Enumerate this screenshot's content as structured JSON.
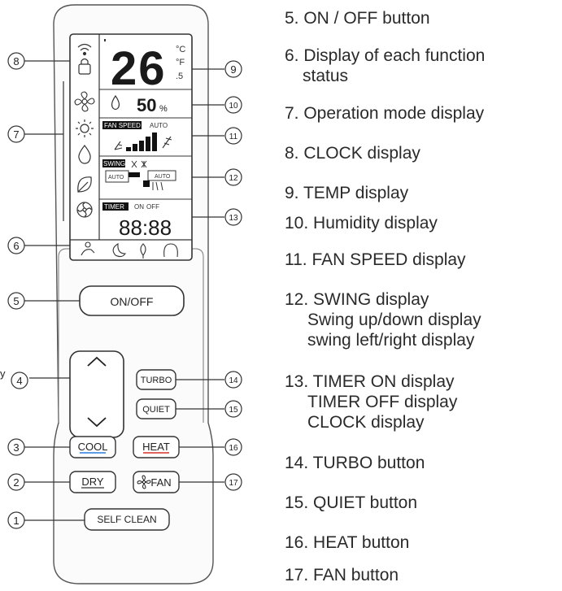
{
  "remote": {
    "lcd": {
      "temp": "26",
      "humidity": "50",
      "humidity_unit": "%",
      "fan_speed_label": "FAN SPEED",
      "fan_auto": "AUTO",
      "swing_label": "SWING",
      "swing_auto_left": "AUTO",
      "swing_auto_right": "AUTO",
      "timer_label": "TIMER",
      "timer_on": "ON",
      "timer_off": "OFF",
      "clock": "88:88"
    },
    "buttons": {
      "onoff": "ON/OFF",
      "turbo": "TURBO",
      "quiet": "QUIET",
      "cool": "COOL",
      "heat": "HEAT",
      "dry": "DRY",
      "fan": "FAN",
      "selfclean": "SELF CLEAN"
    }
  },
  "callouts": [
    "1",
    "2",
    "3",
    "4",
    "5",
    "6",
    "7",
    "8",
    "9",
    "10",
    "11",
    "12",
    "13",
    "14",
    "15",
    "16",
    "17"
  ],
  "cut_label": "y",
  "legend": [
    {
      "text": "5. ON / OFF button"
    },
    {
      "text": "6. Display of each function",
      "sub": [
        "status"
      ]
    },
    {
      "text": "7. Operation mode display"
    },
    {
      "text": "8. CLOCK display"
    },
    {
      "text": "9. TEMP display"
    },
    {
      "text": "10. Humidity  display"
    },
    {
      "text": "11. FAN SPEED display"
    },
    {
      "text": "12. SWING display",
      "sub": [
        "Swing up/down display",
        "swing left/right display"
      ]
    },
    {
      "text": "13. TIMER ON display",
      "sub": [
        "TIMER OFF display",
        "CLOCK display"
      ]
    },
    {
      "text": "14. TURBO button"
    },
    {
      "text": "15. QUIET button"
    },
    {
      "text": "16. HEAT button"
    },
    {
      "text": "17. FAN  button"
    }
  ]
}
